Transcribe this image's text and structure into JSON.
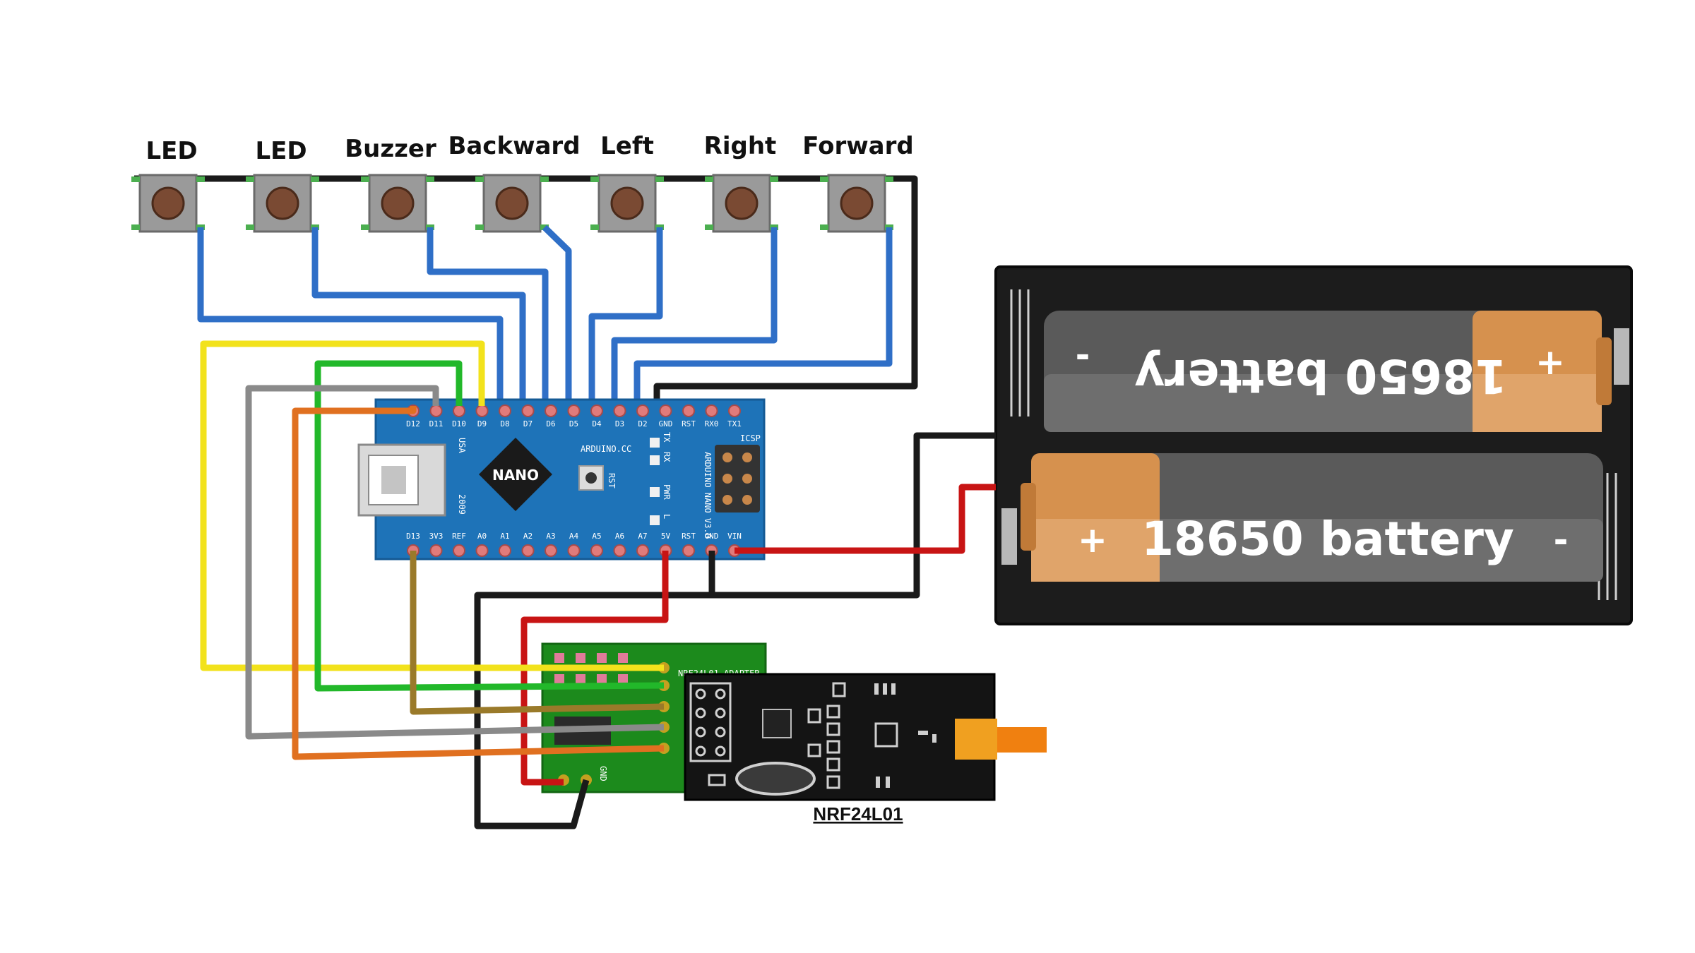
{
  "buttons": [
    {
      "label": "LED"
    },
    {
      "label": "LED"
    },
    {
      "label": "Buzzer"
    },
    {
      "label": "Backward"
    },
    {
      "label": "Left"
    },
    {
      "label": "Right"
    },
    {
      "label": "Forward"
    }
  ],
  "nano": {
    "chip_label": "NANO",
    "brand": "ARDUINO.CC",
    "model": "ARDUINO NANO V3.0",
    "usb_label": "USA",
    "year": "2009",
    "icsp": "ICSP",
    "rst": "RST",
    "top_pins": [
      "D12",
      "D11",
      "D10",
      "D9",
      "D8",
      "D7",
      "D6",
      "D5",
      "D4",
      "D3",
      "D2",
      "GND",
      "RST",
      "RX0",
      "TX1"
    ],
    "bottom_pins": [
      "D13",
      "3V3",
      "REF",
      "A0",
      "A1",
      "A2",
      "A3",
      "A4",
      "A5",
      "A6",
      "A7",
      "5V",
      "RST",
      "GND",
      "VIN"
    ],
    "leds": [
      "TX",
      "RX",
      "PWR",
      "L"
    ]
  },
  "battery": {
    "cell1_label": "18650 battery",
    "cell2_label": "18650 battery",
    "plus": "+",
    "minus": "-"
  },
  "adapter": {
    "title": "NRF24L01 ADAPTER",
    "gnd": "GND"
  },
  "nrf": {
    "label": "NRF24L01"
  },
  "colors": {
    "wire_blue": "#2f6fc7",
    "wire_black": "#1a1a1a",
    "wire_red": "#c81414",
    "wire_yellow": "#f2e21c",
    "wire_green": "#22b82a",
    "wire_gray": "#8a8a8a",
    "wire_orange": "#e07020",
    "wire_brown": "#9a7a2a",
    "board_blue": "#1e73b8",
    "pcb_green": "#1c8a1c",
    "battery_body": "#1c1c1c",
    "cell_copper": "#d6914e"
  }
}
